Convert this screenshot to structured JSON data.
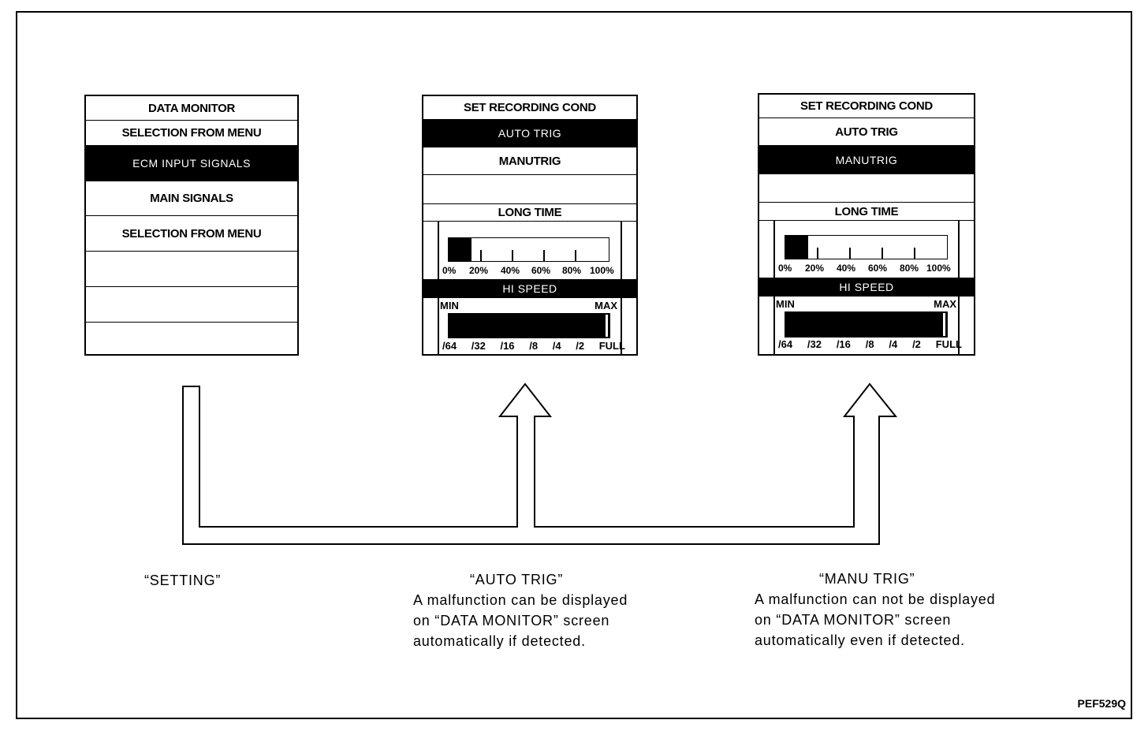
{
  "screens": {
    "setting": {
      "rows": [
        "DATA MONITOR",
        "SELECTION FROM MENU",
        "ECM INPUT SIGNALS",
        "MAIN SIGNALS",
        "SELECTION FROM MENU",
        "",
        "",
        ""
      ]
    },
    "auto": {
      "title": "SET RECORDING COND",
      "auto_trig": "AUTO TRIG",
      "manu_trig": "MANUTRIG",
      "long_time": "LONG TIME",
      "percent_scale": [
        "0%",
        "20%",
        "40%",
        "60%",
        "80%",
        "100%"
      ],
      "hi_speed": "HI SPEED",
      "min": "MIN",
      "max": "MAX",
      "speed_scale": [
        "/64",
        "/32",
        "/16",
        "/8",
        "/4",
        "/2",
        "FULL"
      ]
    },
    "manu": {
      "title": "SET RECORDING COND",
      "auto_trig": "AUTO TRIG",
      "manu_trig": "MANUTRIG",
      "long_time": "LONG TIME",
      "percent_scale": [
        "0%",
        "20%",
        "40%",
        "60%",
        "80%",
        "100%"
      ],
      "hi_speed": "HI SPEED",
      "min": "MIN",
      "max": "MAX",
      "speed_scale": [
        "/64",
        "/32",
        "/16",
        "/8",
        "/4",
        "/2",
        "FULL"
      ]
    }
  },
  "captions": {
    "setting": "“SETTING”",
    "auto_head": "“AUTO TRIG”",
    "auto_body": [
      "A malfunction can be displayed",
      "on “DATA MONITOR” screen",
      "automatically if detected."
    ],
    "manu_head": "“MANU TRIG”",
    "manu_body": [
      "A malfunction can not be displayed",
      "on “DATA MONITOR” screen",
      "automatically even if detected."
    ]
  },
  "figure_code": "PEF529Q"
}
